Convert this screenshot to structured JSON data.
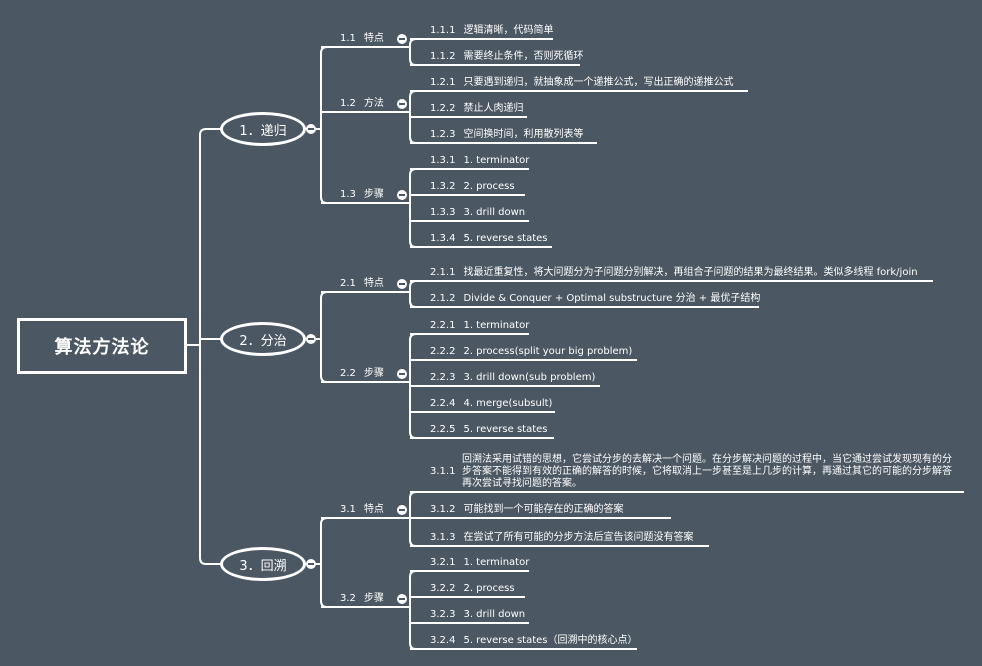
{
  "root": {
    "label": "算法方法论"
  },
  "branches": [
    {
      "label": "1．递归",
      "subs": [
        {
          "num": "1.1",
          "label": "特点",
          "leaves": [
            {
              "num": "1.1.1",
              "text": "逻辑清晰，代码简单"
            },
            {
              "num": "1.1.2",
              "text": "需要终止条件，否则死循环"
            }
          ]
        },
        {
          "num": "1.2",
          "label": "方法",
          "leaves": [
            {
              "num": "1.2.1",
              "text": "只要遇到递归，就抽象成一个递推公式，写出正确的递推公式"
            },
            {
              "num": "1.2.2",
              "text": "禁止人肉递归"
            },
            {
              "num": "1.2.3",
              "text": "空间换时间，利用散列表等"
            }
          ]
        },
        {
          "num": "1.3",
          "label": "步骤",
          "leaves": [
            {
              "num": "1.3.1",
              "text": "1. terminator"
            },
            {
              "num": "1.3.2",
              "text": "2. process"
            },
            {
              "num": "1.3.3",
              "text": "3. drill down"
            },
            {
              "num": "1.3.4",
              "text": "5. reverse states"
            }
          ]
        }
      ]
    },
    {
      "label": "2．分治",
      "subs": [
        {
          "num": "2.1",
          "label": "特点",
          "leaves": [
            {
              "num": "2.1.1",
              "text": "找最近重复性，将大问题分为子问题分别解决，再组合子问题的结果为最终结果。类似多线程 fork/join"
            },
            {
              "num": "2.1.2",
              "text": "Divide & Conquer + Optimal substructure 分治 + 最优子结构"
            }
          ]
        },
        {
          "num": "2.2",
          "label": "步骤",
          "leaves": [
            {
              "num": "2.2.1",
              "text": "1. terminator"
            },
            {
              "num": "2.2.2",
              "text": "2. process(split your big problem)"
            },
            {
              "num": "2.2.3",
              "text": "3. drill down(sub problem)"
            },
            {
              "num": "2.2.4",
              "text": "4. merge(subsult)"
            },
            {
              "num": "2.2.5",
              "text": "5. reverse states"
            }
          ]
        }
      ]
    },
    {
      "label": "3．回溯",
      "subs": [
        {
          "num": "3.1",
          "label": "特点",
          "leaves": [
            {
              "num": "3.1.1",
              "text": "回溯法采用试错的思想，它尝试分步的去解决一个问题。在分步解决问题的过程中，当它通过尝试发现现有的分步答案不能得到有效的正确的解答的时候，它将取消上一步甚至是上几步的计算，再通过其它的可能的分步解答再次尝试寻找问题的答案。"
            },
            {
              "num": "3.1.2",
              "text": "可能找到一个可能存在的正确的答案"
            },
            {
              "num": "3.1.3",
              "text": "在尝试了所有可能的分步方法后宣告该问题没有答案"
            }
          ]
        },
        {
          "num": "3.2",
          "label": "步骤",
          "leaves": [
            {
              "num": "3.2.1",
              "text": "1. terminator"
            },
            {
              "num": "3.2.2",
              "text": "2. process"
            },
            {
              "num": "3.2.3",
              "text": "3. drill down"
            },
            {
              "num": "3.2.4",
              "text": "5. reverse states（回溯中的核心点）"
            }
          ]
        }
      ]
    }
  ]
}
